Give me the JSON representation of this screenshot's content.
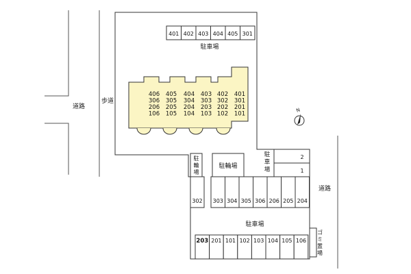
{
  "labels": {
    "road_left": "道路",
    "road_right": "道路",
    "sidewalk": "歩道",
    "parking_top": "駐車場",
    "parking_bottom": "駐車場",
    "parking_right": "駐車場",
    "bike_parking": "駐輪場",
    "bike_parking_small": "駐輪場",
    "garbage": "ゴミ置場",
    "north": "N"
  },
  "parking_top": [
    "401",
    "402",
    "403",
    "404",
    "405",
    "301"
  ],
  "parking_right": [
    "2",
    "1"
  ],
  "parking_row": [
    "302",
    "303",
    "304",
    "305",
    "306",
    "206",
    "205",
    "204"
  ],
  "parking_bottom": [
    "203",
    "201",
    "101",
    "102",
    "103",
    "104",
    "105",
    "106"
  ],
  "building_columns": [
    [
      "406",
      "306",
      "206",
      "106"
    ],
    [
      "405",
      "305",
      "205",
      "105"
    ],
    [
      "404",
      "304",
      "204",
      "104"
    ],
    [
      "403",
      "303",
      "203",
      "103"
    ],
    [
      "402",
      "302",
      "202",
      "102"
    ],
    [
      "401",
      "301",
      "201",
      "101"
    ]
  ],
  "colors": {
    "building_fill": "#fbf5c4",
    "outline": "#333333",
    "background": "#ffffff"
  }
}
